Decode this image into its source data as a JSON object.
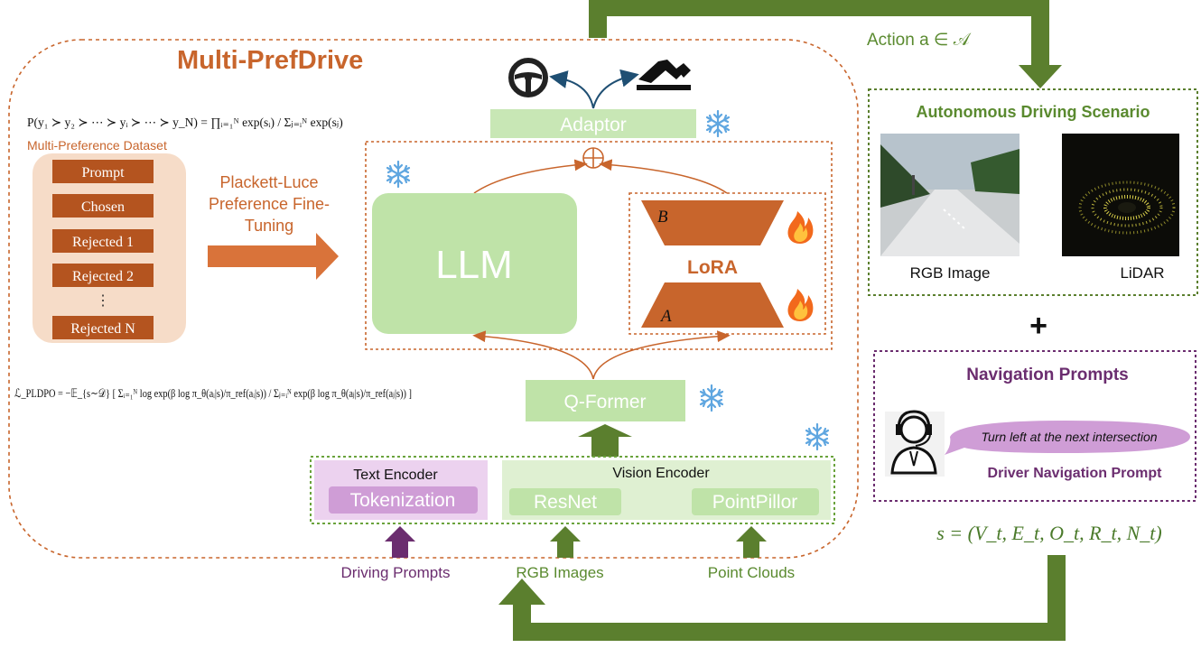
{
  "title": "Multi-PrefDrive",
  "action_label": "Action a ∈ 𝒜",
  "equations": {
    "plackett_luce": "P(y₁ ≻ y₂ ≻ ⋯ ≻ yᵢ ≻ ⋯ ≻ y_N) = ∏ᵢ₌₁ᴺ exp(sᵢ) / Σⱼ₌ᵢᴺ exp(sⱼ)",
    "loss": "ℒ_PLDPO = −𝔼_{s∼𝒟} [ Σᵢ₌₁ᴺ log exp(β log π_θ(aᵢ|s)/π_ref(aᵢ|s)) / Σⱼ₌ᵢᴺ exp(β log π_θ(aⱼ|s)/π_ref(aⱼ|s)) ]",
    "state": "s = (V_t, E_t, O_t, R_t, N_t)"
  },
  "dataset": {
    "title": "Multi-Preference Dataset",
    "items": [
      "Prompt",
      "Chosen",
      "Rejected 1",
      "Rejected 2",
      "⋮",
      "Rejected N"
    ]
  },
  "finetune_label": [
    "Plackett-Luce",
    "Preference Fine-",
    "Tuning"
  ],
  "modules": {
    "adaptor": "Adaptor",
    "llm": "LLM",
    "lora": "LoRA",
    "lora_b": "B",
    "lora_a": "A",
    "qformer": "Q-Former",
    "text_encoder": "Text Encoder",
    "tokenization": "Tokenization",
    "vision_encoder": "Vision Encoder",
    "resnet": "ResNet",
    "pointpillor": "PointPillor"
  },
  "inputs": {
    "driving_prompts": "Driving Prompts",
    "rgb_images": "RGB Images",
    "point_clouds": "Point Clouds"
  },
  "scenario": {
    "title": "Autonomous Driving Scenario",
    "rgb_label": "RGB Image",
    "lidar_label": "LiDAR"
  },
  "plus": "+",
  "navigation": {
    "title": "Navigation Prompts",
    "bubble": "Turn left at the next intersection",
    "caption": "Driver Navigation Prompt"
  },
  "colors": {
    "orange": "#c8652c",
    "dark_orange": "#b4541f",
    "light_green": "#bfe3a8",
    "green_text": "#5a8a2f",
    "dark_green": "#5b7f2e",
    "purple": "#6b2d6f",
    "light_purple": "#e6c9ea",
    "blue": "#5fa6e0"
  },
  "icons": [
    "steering-wheel-icon",
    "pedal-icon",
    "snowflake-icon",
    "fire-icon",
    "driver-headset-icon"
  ]
}
